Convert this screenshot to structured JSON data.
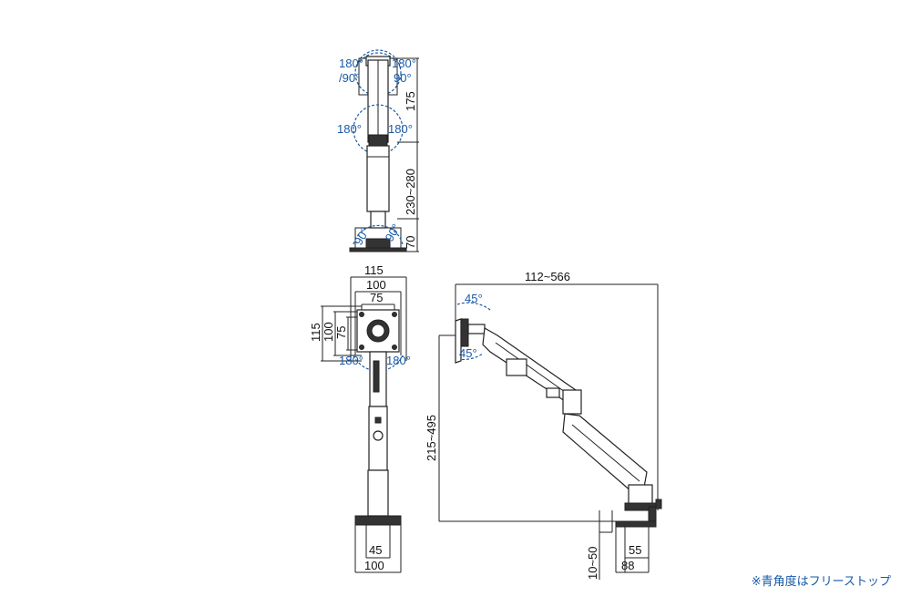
{
  "colors": {
    "accent": "#1a5aa6",
    "line": "#222222",
    "background": "#ffffff"
  },
  "top_view": {
    "angle_left_top": "180°",
    "angle_right_top": "180°",
    "angle_left_90": "/90°",
    "angle_right_90": "90°",
    "angle_left_mid": "180°",
    "angle_right_mid": "180°",
    "angle_base_left": "90°",
    "angle_base_right": "90°",
    "dim_175": "175",
    "dim_230_280": "230~280",
    "dim_70": "70"
  },
  "front_view": {
    "dim_115_h": "115",
    "dim_100_h": "100",
    "dim_75_h": "75",
    "dim_115_v": "115",
    "dim_100_v": "100",
    "dim_75_v": "75",
    "angle_left": "180°",
    "angle_right": "180°",
    "dim_45": "45",
    "dim_100_base": "100"
  },
  "side_view": {
    "dim_reach": "112~566",
    "dim_height": "215~495",
    "tilt_up": "45°",
    "tilt_down": "45°",
    "dim_clamp": "10~50",
    "dim_55": "55",
    "dim_88": "88"
  },
  "footnote": "※青角度はフリーストップ"
}
